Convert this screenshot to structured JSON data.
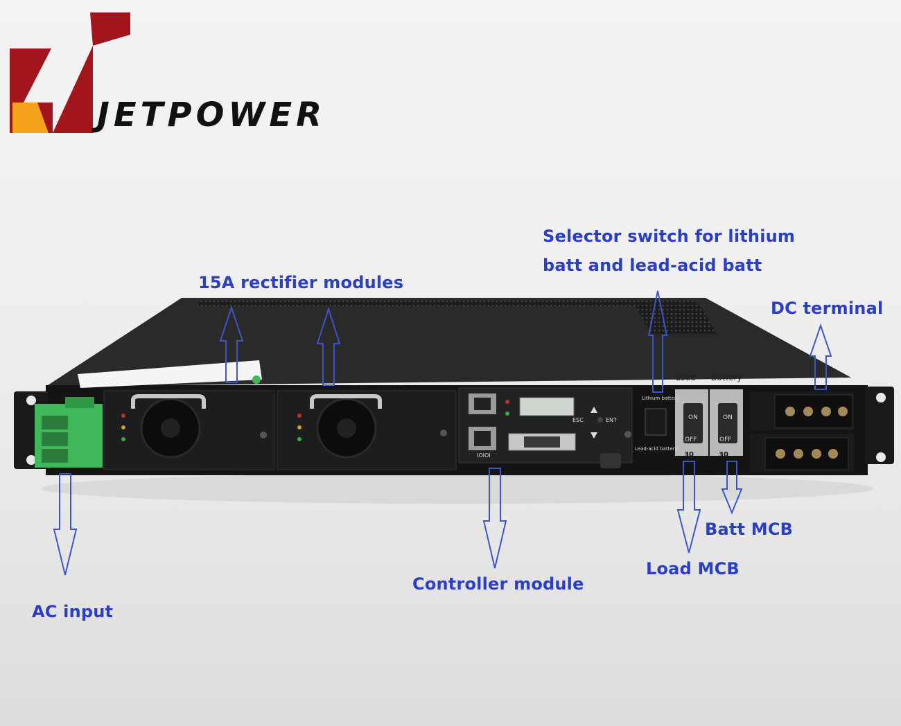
{
  "brand": {
    "name": "JETPOWER"
  },
  "callouts": {
    "rectifier": "15A rectifier modules",
    "selector_line1": "Selector switch for lithium",
    "selector_line2": "batt and lead-acid batt",
    "dc_terminal": "DC terminal",
    "ac_input": "AC input",
    "controller": "Controller module",
    "load_mcb": "Load MCB",
    "batt_mcb": "Batt MCB"
  },
  "device_labels": {
    "load": "Load",
    "battery": "Battery",
    "lithium_battery": "Lithium battery",
    "lead_acid_battery": "Lead-acid battery",
    "esc": "ESC",
    "ent": "ENT",
    "on": "ON",
    "off": "OFF",
    "load_rating": "30",
    "batt_rating": "30",
    "port_label": "IOIOI"
  },
  "colors": {
    "callout": "#2b3fc0",
    "logo_red": "#a3151c",
    "logo_orange": "#f3a21a",
    "terminal_green": "#3fb95a"
  }
}
